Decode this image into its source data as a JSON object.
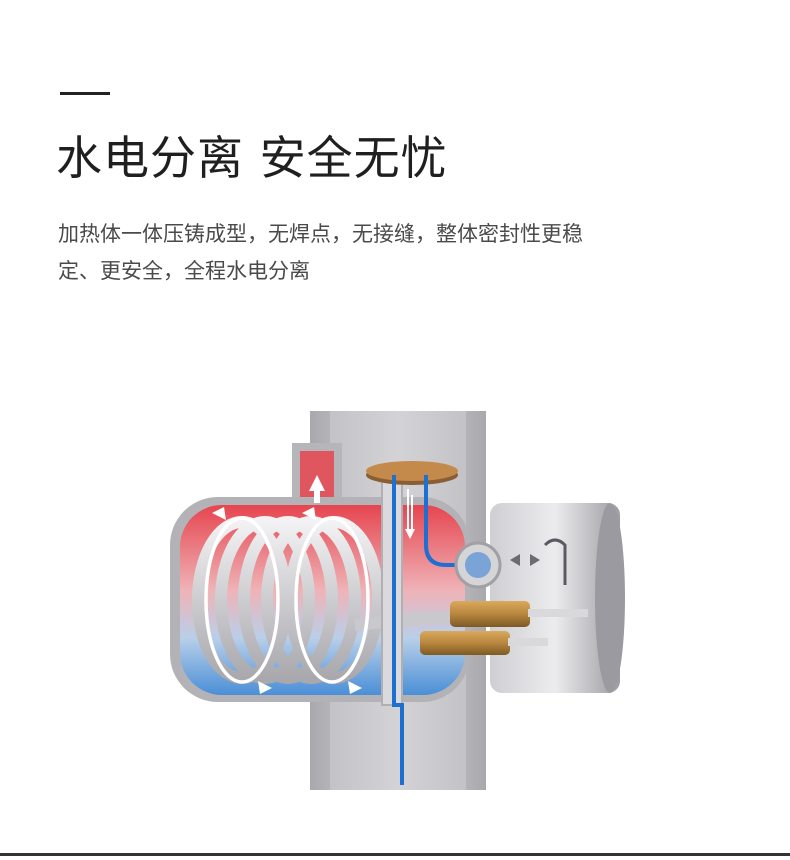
{
  "section": {
    "dash": "—",
    "headline": "水电分离 安全无忧",
    "description": "加热体一体压铸成型，无焊点，无接缝，整体密封性更稳定、更安全，全程水电分离"
  },
  "colors": {
    "hot_water": "#e6454f",
    "cold_water": "#4a8fd6",
    "pipe_gray": "#bfbfc2",
    "brass": "#b8863e",
    "wire_blue": "#1d6fd1"
  },
  "icons": [
    "heating-coil-illustration",
    "flow-arrow-icon"
  ]
}
